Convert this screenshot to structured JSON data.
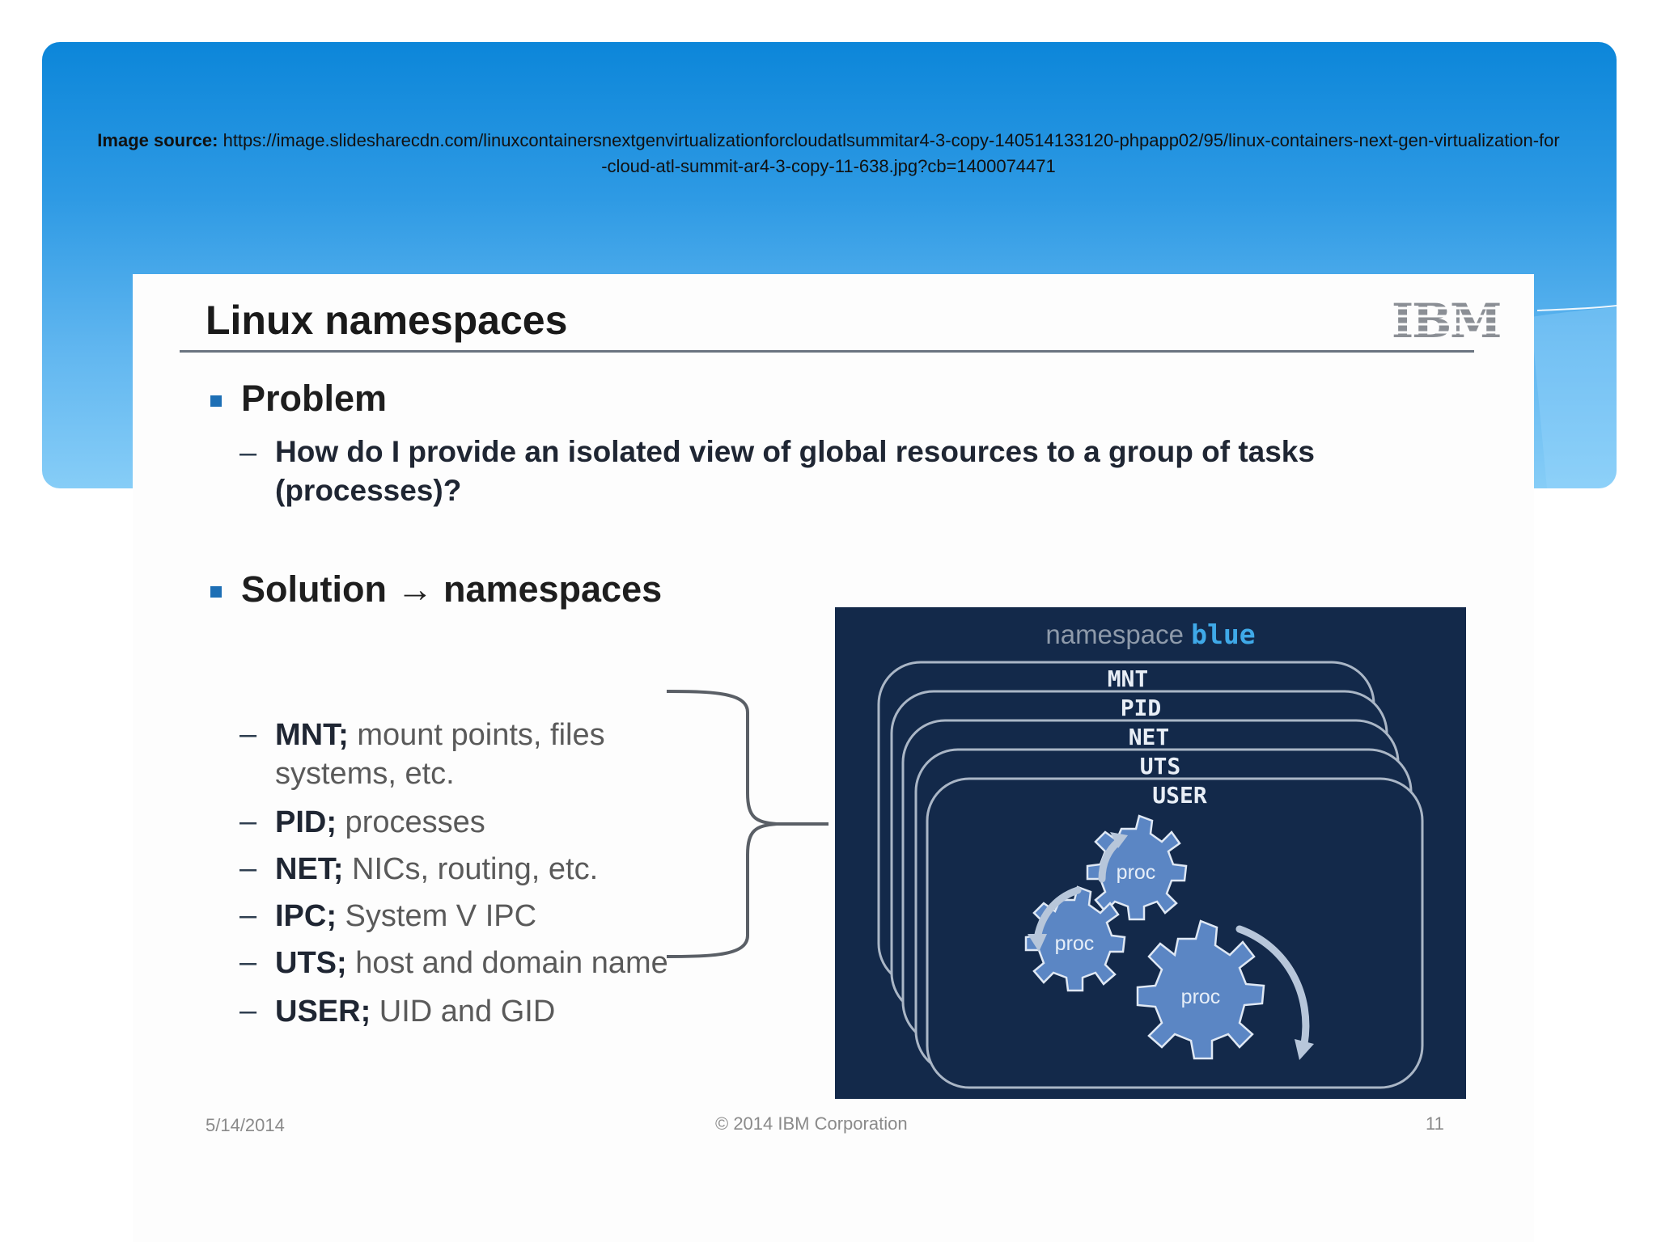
{
  "source": {
    "label": "Image source:",
    "url": "https://image.slidesharecdn.com/linuxcontainersnextgenvirtualizationforcloudatlsummitar4-3-copy-140514133120-phpapp02/95/linux-containers-next-gen-virtualization-for-cloud-atl-summit-ar4-3-copy-11-638.jpg?cb=1400074471"
  },
  "slide": {
    "title": "Linux namespaces",
    "logo": "IBM",
    "problem": {
      "heading": "Problem",
      "dash": "–",
      "text_line1": "How do I provide an isolated view of global resources to a group of tasks",
      "text_line2": "(processes)?"
    },
    "solution": {
      "heading": "Solution → namespaces"
    },
    "items": [
      {
        "dash": "–",
        "key": "MNT;",
        "text": " mount points, files",
        "cont": "systems, etc."
      },
      {
        "dash": "–",
        "key": "PID;",
        "text": " processes"
      },
      {
        "dash": "–",
        "key": "NET;",
        "text": " NICs, routing, etc."
      },
      {
        "dash": "–",
        "key": "IPC;",
        "text": " System V IPC"
      },
      {
        "dash": "–",
        "key": "UTS;",
        "text": " host and domain name"
      },
      {
        "dash": "–",
        "key": "USER;",
        "text": " UID and GID"
      }
    ],
    "diagram": {
      "title_prefix": "namespace ",
      "title_highlight": "blue",
      "layers": [
        "MNT",
        "PID",
        "NET",
        "UTS",
        "USER"
      ],
      "procs": [
        "proc",
        "proc",
        "proc"
      ]
    },
    "footer": {
      "date": "5/14/2014",
      "copyright": "© 2014 IBM Corporation",
      "page": "11"
    }
  },
  "colors": {
    "banner_top": "#0c86d9",
    "banner_bottom": "#86cdf7",
    "diagram_bg": "#13294a",
    "bullet": "#1d6fb5",
    "gear": "#5b86c4"
  }
}
